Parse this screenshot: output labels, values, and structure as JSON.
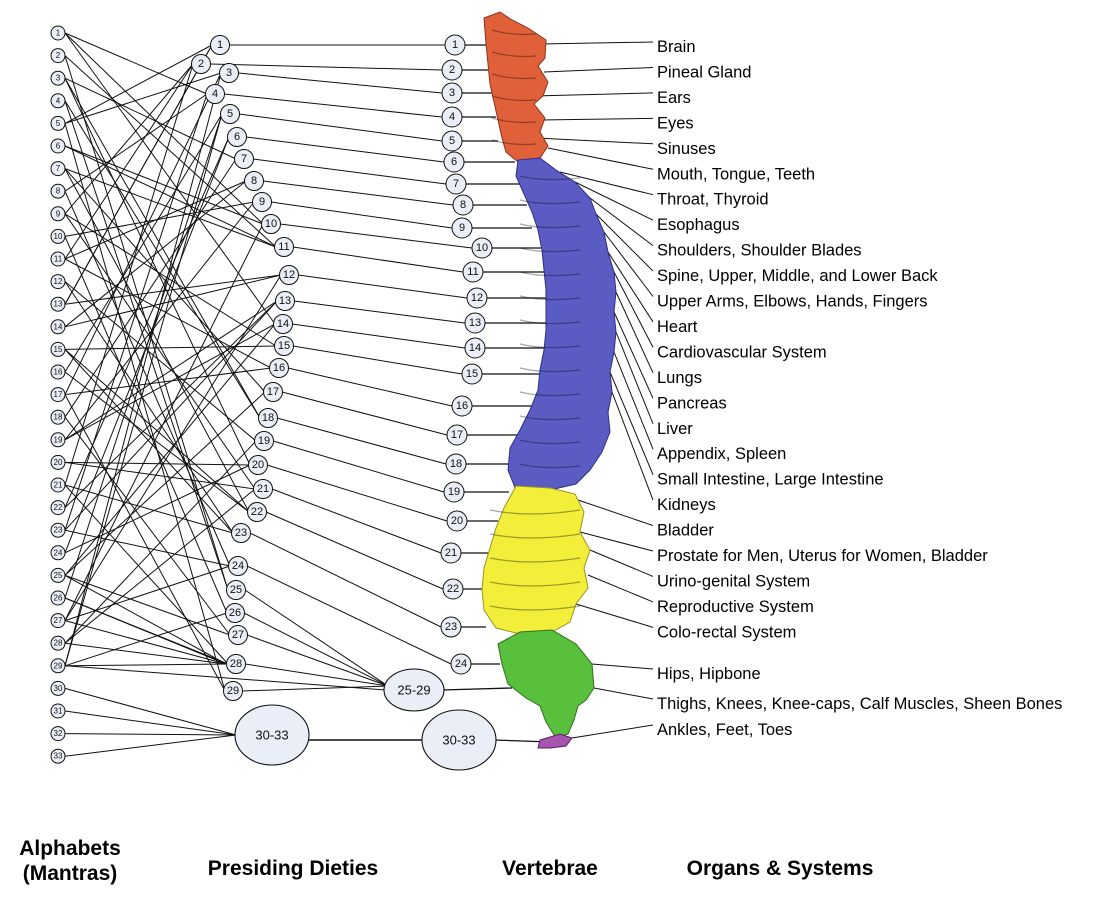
{
  "columns": {
    "alphabets": "Alphabets\n(Mantras)",
    "deities": "Presiding Dieties",
    "vertebrae": "Vertebrae",
    "organs": "Organs & Systems"
  },
  "alphabet_labels": [
    "1",
    "2",
    "3",
    "4",
    "5",
    "6",
    "7",
    "8",
    "9",
    "10",
    "11",
    "12",
    "13",
    "14",
    "15",
    "16",
    "17",
    "18",
    "19",
    "20",
    "21",
    "22",
    "23",
    "24",
    "25",
    "26",
    "27",
    "28",
    "29",
    "30",
    "31",
    "32",
    "33"
  ],
  "deity_labels": [
    "1",
    "2",
    "3",
    "4",
    "5",
    "6",
    "7",
    "8",
    "9",
    "10",
    "11",
    "12",
    "13",
    "14",
    "15",
    "16",
    "17",
    "18",
    "19",
    "20",
    "21",
    "22",
    "23",
    "24",
    "25",
    "26",
    "27",
    "28",
    "29"
  ],
  "deity_group_25_29": "25-29",
  "deity_group_30_33": "30-33",
  "vertebra_labels": [
    "1",
    "2",
    "3",
    "4",
    "5",
    "6",
    "7",
    "8",
    "9",
    "10",
    "11",
    "12",
    "13",
    "14",
    "15",
    "16",
    "17",
    "18",
    "19",
    "20",
    "21",
    "22",
    "23",
    "24"
  ],
  "vertebra_group_30_33": "30-33",
  "organs": [
    "Brain",
    "Pineal Gland",
    "Ears",
    "Eyes",
    "Sinuses",
    "Mouth, Tongue, Teeth",
    "Throat, Thyroid",
    "Esophagus",
    "Shoulders, Shoulder Blades",
    "Spine, Upper, Middle, and Lower Back",
    "Upper Arms, Elbows, Hands, Fingers",
    "Heart",
    "Cardiovascular System",
    "Lungs",
    "Pancreas",
    "Liver",
    "Appendix, Spleen",
    "Small Intestine, Large Intestine",
    "Kidneys",
    "Bladder",
    "Prostate for Men, Uterus for Women, Bladder",
    "Urino-genital System",
    "Reproductive System",
    "Colo-rectal System",
    "Hips, Hipbone",
    "Thighs, Knees, Knee-caps, Calf Muscles, Sheen Bones",
    "Ankles, Feet, Toes"
  ],
  "colors": {
    "cervical": "#e0603a",
    "thoracic": "#5a5cc4",
    "lumbar": "#f2ee3a",
    "sacral": "#58c03c",
    "coccyx": "#a855b0",
    "node_fill": "#eaeef6"
  }
}
